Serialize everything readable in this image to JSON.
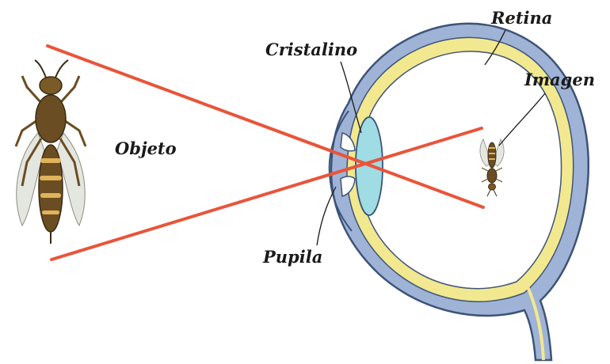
{
  "labels": {
    "objeto": "Objeto",
    "cristalino": "Cristalino",
    "retina": "Retina",
    "imagen": "Imagen",
    "pupila": "Pupila"
  },
  "colors": {
    "ray": "#e8553a",
    "sclera": "#9fb3d6",
    "sclera_outline": "#3d5378",
    "retina_layer": "#f2e88f",
    "lens": "#9fdce3",
    "insect_body": "#6a4d22",
    "insect_stripe": "#e0b35a",
    "wing": "#e4e6e0"
  },
  "icons": {
    "object": "wasp-icon",
    "image": "inverted-wasp-icon"
  }
}
